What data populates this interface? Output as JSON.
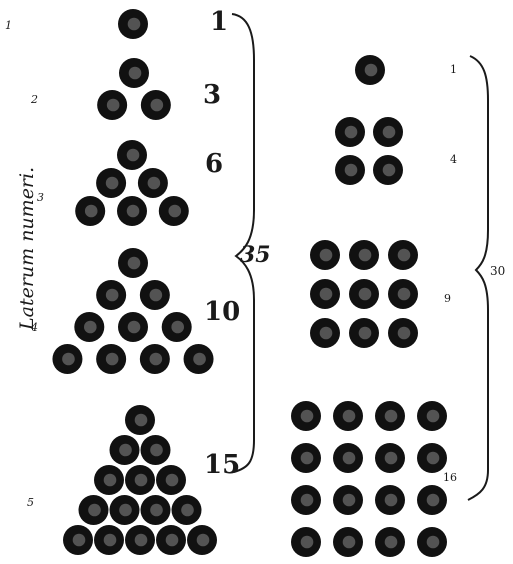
{
  "side_label": "Laterum numeri.",
  "row_numbers": [
    "1",
    "2",
    "3",
    "4",
    "5"
  ],
  "triangular_numbers": [
    "1",
    "3",
    "6",
    "10",
    "15"
  ],
  "triangular_sum": "35",
  "square_numbers": [
    "1",
    "4",
    "9",
    "16"
  ],
  "square_sum": "30",
  "triangular_rows": [
    1,
    2,
    3,
    4,
    5
  ],
  "square_sides": [
    1,
    2,
    3,
    4
  ],
  "colors": {
    "ink": "#1a1a1a",
    "dot_fill": "#111111",
    "dot_texture": "#8a8a8a",
    "paper": "#ffffff"
  }
}
